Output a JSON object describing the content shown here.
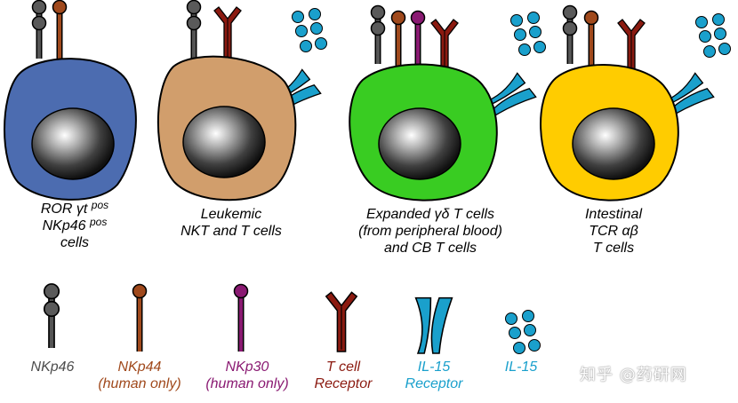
{
  "cells": [
    {
      "id": "ror",
      "line1": "ROR",
      "line1_greek": "γt",
      "line1_sup": "pos",
      "line2": "NKp46",
      "line2_sup": "pos",
      "line3": "cells",
      "color": "#4c6cb0",
      "receptors": [
        "NKp46",
        "NKp44"
      ]
    },
    {
      "id": "leukemic",
      "line1": "Leukemic",
      "line2": "NKT and T cells",
      "color": "#d19e6c",
      "receptors": [
        "NKp46",
        "T cell Receptor",
        "IL-15 Receptor",
        "IL-15"
      ]
    },
    {
      "id": "expanded",
      "line1": "Expanded",
      "line1_greek": "γδ",
      "line1_tail": "T cells",
      "line2": "(from peripheral blood)",
      "line3": "and CB T cells",
      "color": "#39cc22",
      "receptors": [
        "NKp46",
        "NKp44",
        "NKp30",
        "T cell Receptor",
        "IL-15 Receptor",
        "IL-15"
      ]
    },
    {
      "id": "intestinal",
      "line1": "Intestinal",
      "line2": "TCR",
      "line2_greek": "αβ",
      "line3": "T cells",
      "color": "#ffcc00",
      "receptors": [
        "NKp46",
        "NKp44",
        "T cell Receptor",
        "IL-15 Receptor",
        "IL-15"
      ]
    }
  ],
  "legend": [
    {
      "line1": "NKp46",
      "line2": "",
      "color": "#4d4d4d"
    },
    {
      "line1": "NKp44",
      "line2": "(human only)",
      "color": "#a0491c"
    },
    {
      "line1": "NKp30",
      "line2": "(human only)",
      "color": "#8a1a72"
    },
    {
      "line1": "T cell",
      "line2": "Receptor",
      "color": "#8b1a10"
    },
    {
      "line1": "IL-15",
      "line2": "Receptor",
      "color": "#1aa0cc"
    },
    {
      "line1": "IL-15",
      "line2": "",
      "color": "#1aa0cc"
    }
  ],
  "watermark": "知乎 @药研网"
}
